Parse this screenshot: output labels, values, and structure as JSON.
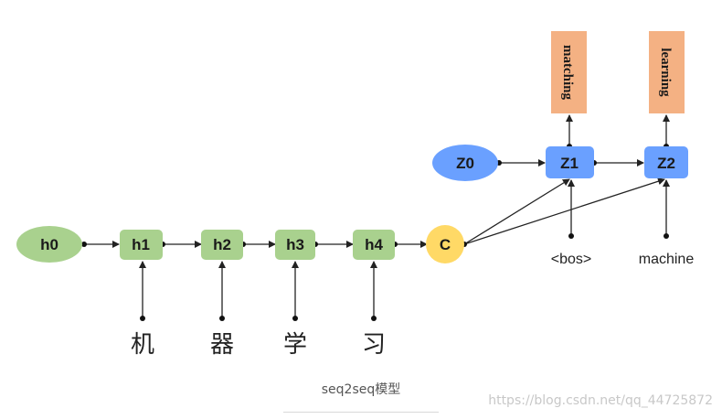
{
  "colors": {
    "hidden_fill": "#a9d18e",
    "context_fill": "#ffd966",
    "decoder_fill": "#6aa0ff",
    "output_fill": "#f4b183",
    "line": "#222222"
  },
  "nodes": {
    "h0": "h0",
    "h1": "h1",
    "h2": "h2",
    "h3": "h3",
    "h4": "h4",
    "c": "C",
    "z0": "Z0",
    "z1": "Z1",
    "z2": "Z2"
  },
  "inputs": [
    "机",
    "器",
    "学",
    "习"
  ],
  "decoder_inputs": [
    "<bos>",
    "machine"
  ],
  "outputs": [
    "matching",
    "learning"
  ],
  "caption": "seq2seq模型",
  "watermark": "https://blog.csdn.net/qq_44725872"
}
